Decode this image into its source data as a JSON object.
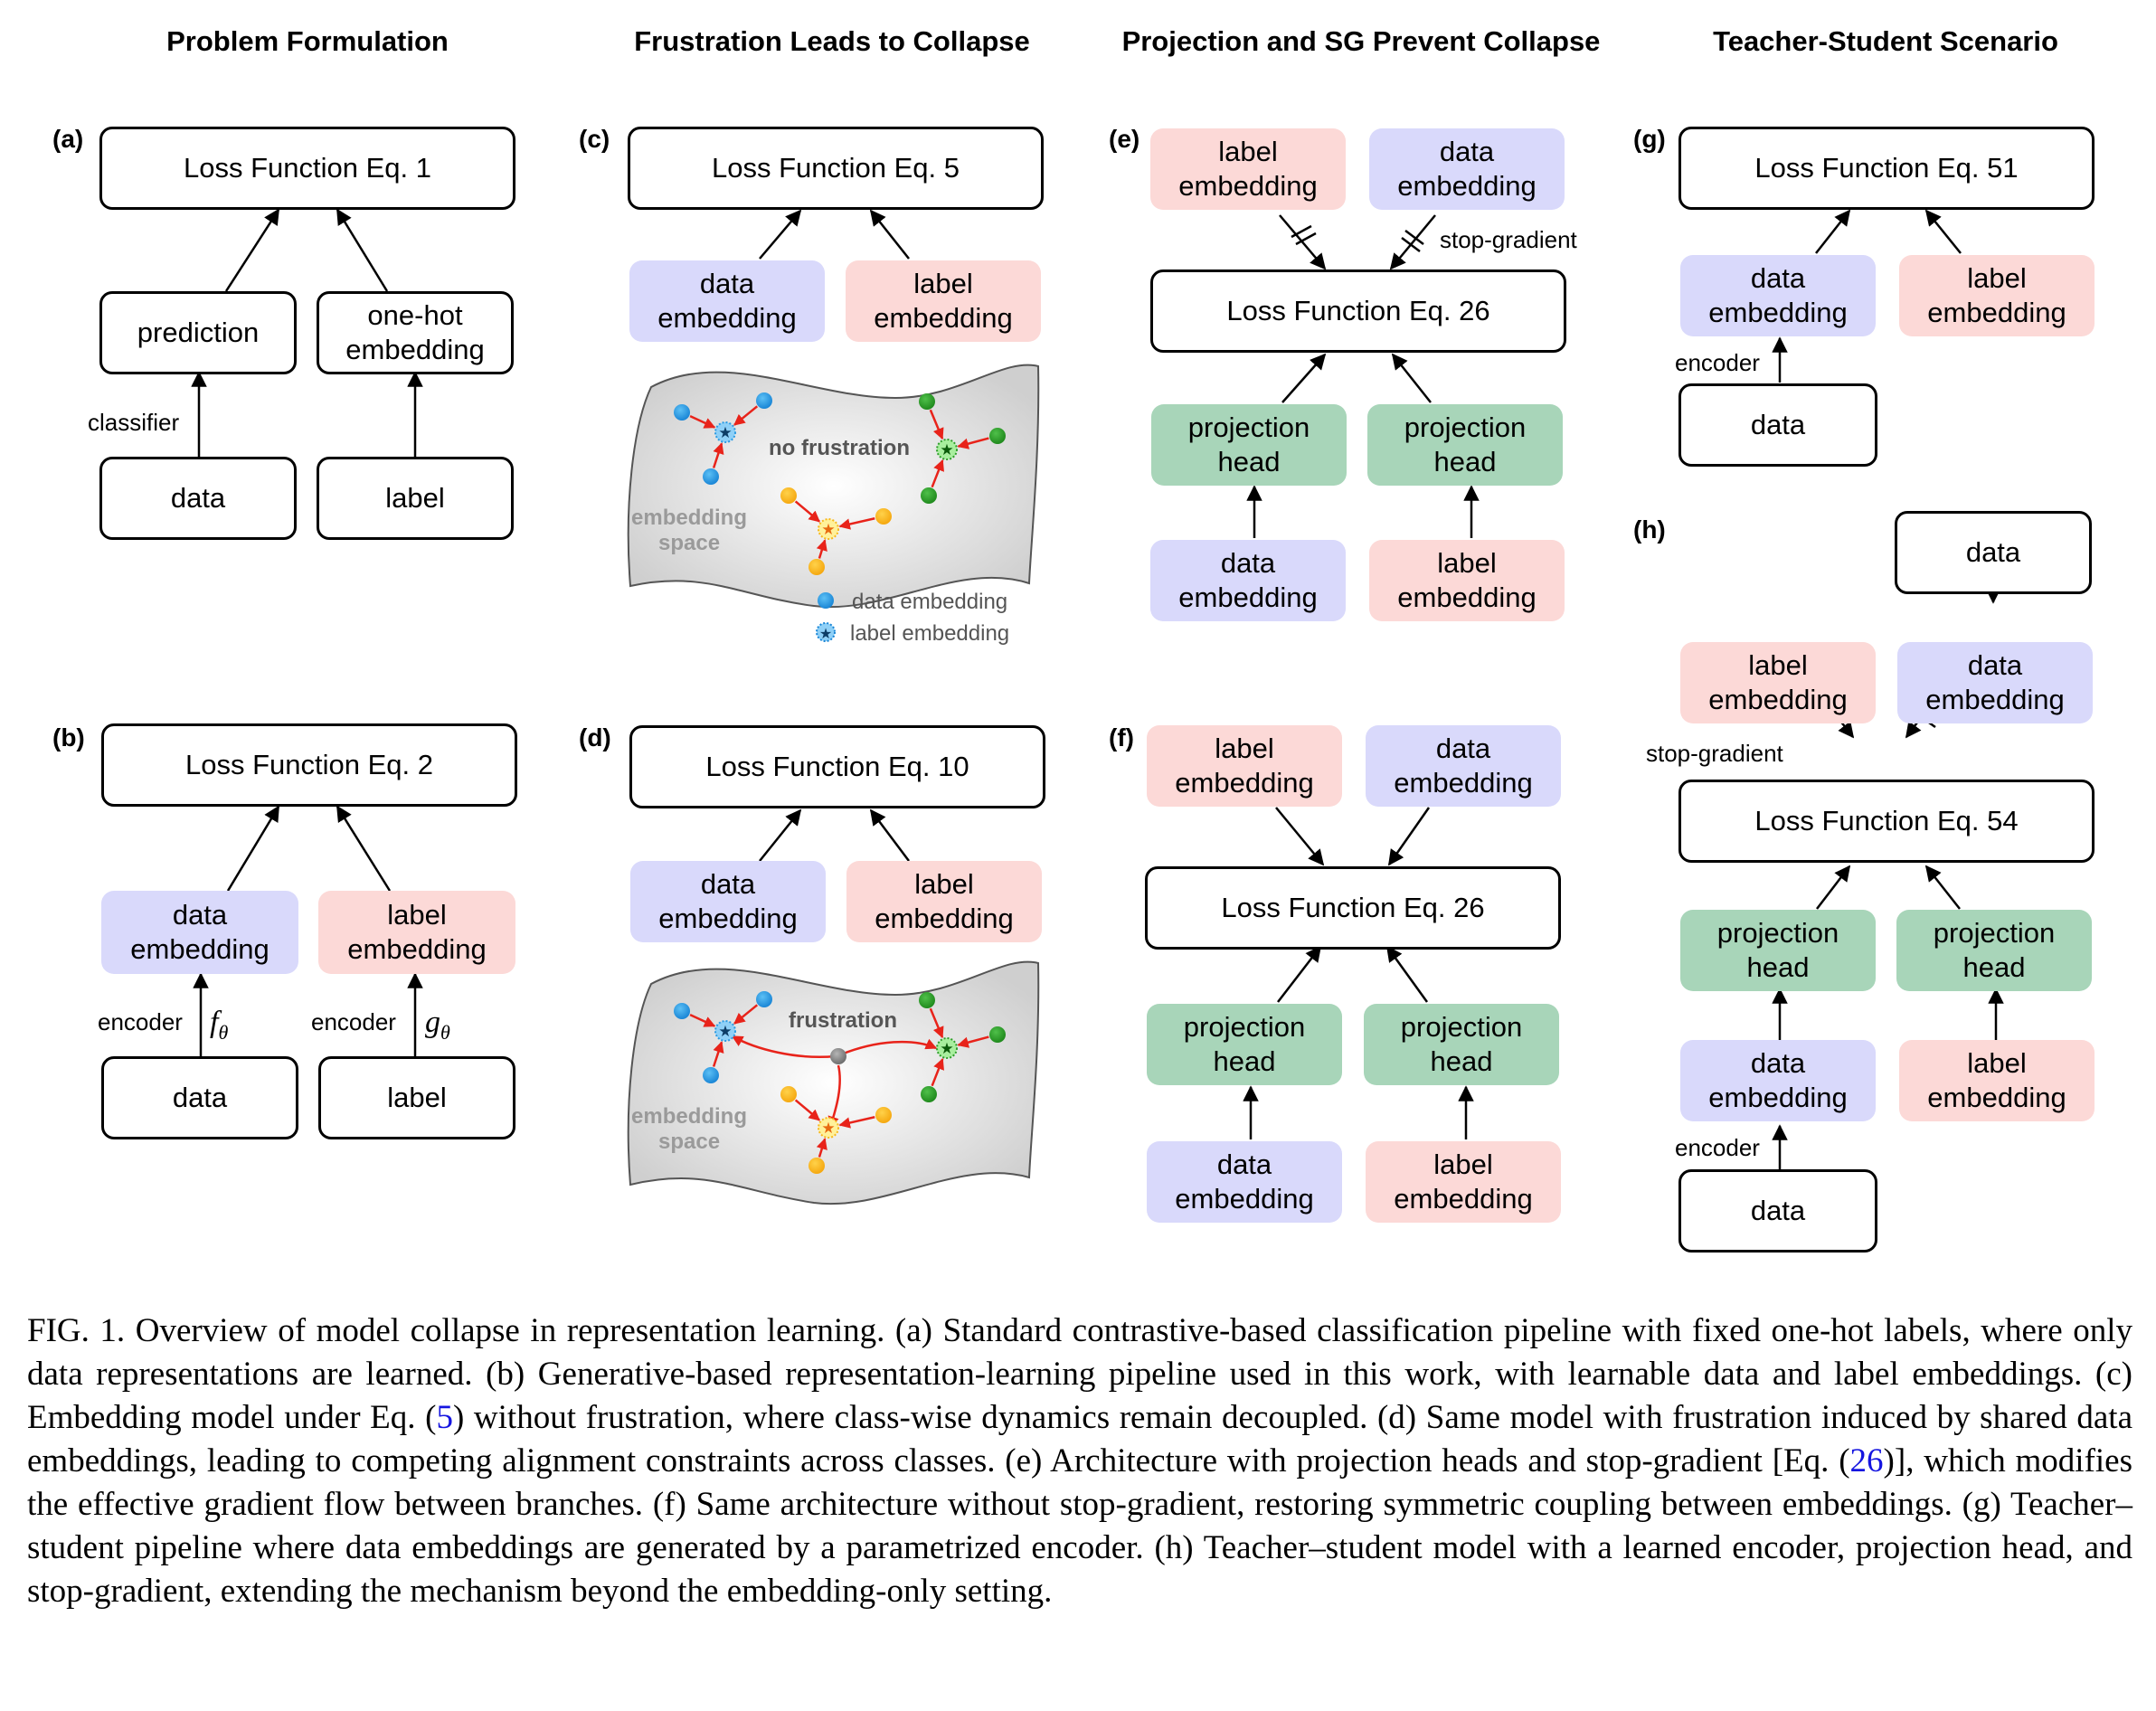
{
  "columns": [
    {
      "title": "Problem Formulation"
    },
    {
      "title": "Frustration Leads to Collapse"
    },
    {
      "title": "Projection and SG Prevent Collapse"
    },
    {
      "title": "Teacher-Student Scenario"
    }
  ],
  "panels": {
    "a": {
      "label": "(a)",
      "loss": "Loss Function Eq. 1",
      "left_mid": "prediction",
      "right_mid": [
        "one-hot",
        "embedding"
      ],
      "left_bottom": "data",
      "right_bottom": "label",
      "left_edge": "classifier"
    },
    "b": {
      "label": "(b)",
      "loss": "Loss Function Eq. 2",
      "left_mid": [
        "data",
        "embedding"
      ],
      "right_mid": [
        "label",
        "embedding"
      ],
      "left_bottom": "data",
      "right_bottom": "label",
      "left_edge": "encoder",
      "right_edge": "encoder",
      "left_fn": "f",
      "right_fn": "g",
      "fn_sub": "θ"
    },
    "c": {
      "label": "(c)",
      "loss": "Loss Function Eq. 5",
      "left_mid": [
        "data",
        "embedding"
      ],
      "right_mid": [
        "label",
        "embedding"
      ],
      "space_caption": "no frustration",
      "space_label": [
        "embedding",
        "space"
      ],
      "legend": [
        {
          "icon": "data-embedding-dot",
          "text": "data embedding"
        },
        {
          "icon": "label-embedding-star",
          "text": "label embedding"
        }
      ]
    },
    "d": {
      "label": "(d)",
      "loss": "Loss Function Eq. 10",
      "left_mid": [
        "data",
        "embedding"
      ],
      "right_mid": [
        "label",
        "embedding"
      ],
      "space_caption": "frustration",
      "space_label": [
        "embedding",
        "space"
      ]
    },
    "e": {
      "label": "(e)",
      "top_left": [
        "label",
        "embedding"
      ],
      "top_right": [
        "data",
        "embedding"
      ],
      "sg_label": "stop-gradient",
      "loss": "Loss Function Eq. 26",
      "proj_left": [
        "projection",
        "head"
      ],
      "proj_right": [
        "projection",
        "head"
      ],
      "bottom_left": [
        "data",
        "embedding"
      ],
      "bottom_right": [
        "label",
        "embedding"
      ]
    },
    "f": {
      "label": "(f)",
      "top_left": [
        "label",
        "embedding"
      ],
      "top_right": [
        "data",
        "embedding"
      ],
      "loss": "Loss Function Eq. 26",
      "proj_left": [
        "projection",
        "head"
      ],
      "proj_right": [
        "projection",
        "head"
      ],
      "bottom_left": [
        "data",
        "embedding"
      ],
      "bottom_right": [
        "label",
        "embedding"
      ]
    },
    "g": {
      "label": "(g)",
      "loss": "Loss Function Eq. 51",
      "left_mid": [
        "data",
        "embedding"
      ],
      "right_mid": [
        "label",
        "embedding"
      ],
      "left_bottom": "data",
      "left_edge": "encoder"
    },
    "h": {
      "label": "(h)",
      "top_data": "data",
      "top_left": [
        "label",
        "embedding"
      ],
      "top_right": [
        "data",
        "embedding"
      ],
      "sg_label": "stop-gradient",
      "loss": "Loss Function Eq. 54",
      "proj_left": [
        "projection",
        "head"
      ],
      "proj_right": [
        "projection",
        "head"
      ],
      "bottom_left": [
        "data",
        "embedding"
      ],
      "bottom_right": [
        "label",
        "embedding"
      ],
      "left_edge": "encoder",
      "input": "data"
    }
  },
  "colors": {
    "data_embedding": "#d9d9fb",
    "label_embedding": "#fcd9d7",
    "projection_head": "#a8d5b9",
    "arrow_red": "#e8231a",
    "cluster_blue": "#2b9be3",
    "cluster_green": "#2e9e2a",
    "cluster_yellow": "#f8b81c",
    "shared_gray": "#8a8a8a",
    "link_blue": "#1515e0"
  },
  "caption": {
    "fig": "FIG. 1.",
    "parts": [
      " Overview of model collapse in representation learning. (a) Standard contrastive-based classification pipeline with fixed one-hot labels, where only data representations are learned. (b) Generative-based representation-learning pipeline used in this work, with learnable data and label embeddings. (c) Embedding model under Eq. (",
      ") without frustration, where class-wise dynamics remain decoupled. (d) Same model with frustration induced by shared data embeddings, leading to competing alignment constraints across classes. (e) Architecture with projection heads and stop-gradient [Eq. (",
      ")], which modifies the effective gradient flow between branches. (f) Same architecture without stop-gradient, restoring symmetric coupling between embeddings. (g) Teacher–student pipeline where data embeddings are generated by a parametrized encoder. (h) Teacher–student model with a learned encoder, projection head, and stop-gradient, extending the mechanism beyond the embedding-only setting."
    ],
    "refs": [
      "5",
      "26"
    ]
  }
}
